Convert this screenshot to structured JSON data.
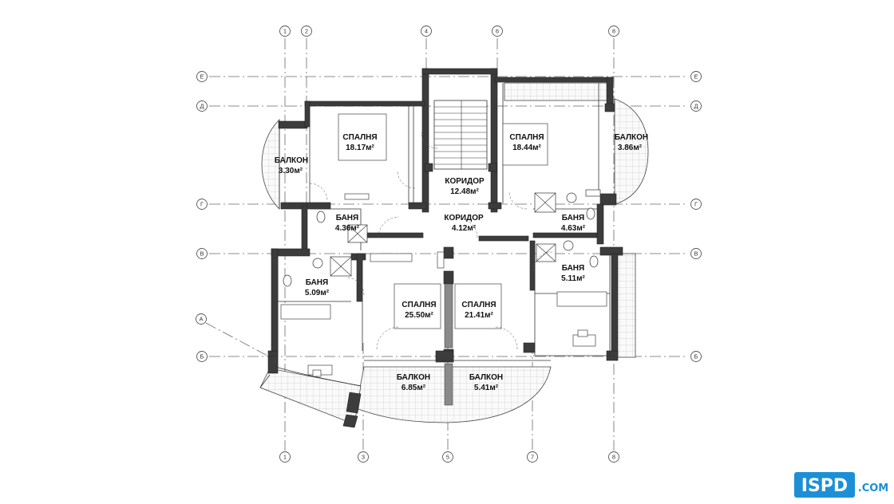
{
  "grid_axes": {
    "columns": [
      "1",
      "2",
      "3",
      "4",
      "5",
      "6",
      "7",
      "8"
    ],
    "rows": [
      "Е",
      "Д",
      "Г",
      "В",
      "Б",
      "А"
    ]
  },
  "rooms": [
    {
      "name": "СПАЛНЯ",
      "area": "18.17м²"
    },
    {
      "name": "СПАЛНЯ",
      "area": "18.44м²"
    },
    {
      "name": "БАЛКОН",
      "area": "3.30м²"
    },
    {
      "name": "БАЛКОН",
      "area": "3.86м²"
    },
    {
      "name": "КОРИДОР",
      "area": "12.48м²"
    },
    {
      "name": "КОРИДОР",
      "area": "4.12м²"
    },
    {
      "name": "БАНЯ",
      "area": "4.36м²"
    },
    {
      "name": "БАНЯ",
      "area": "4.63м²"
    },
    {
      "name": "БАНЯ",
      "area": "5.11м²"
    },
    {
      "name": "БАНЯ",
      "area": "5.09м²"
    },
    {
      "name": "СПАЛНЯ",
      "area": "25.50м²"
    },
    {
      "name": "СПАЛНЯ",
      "area": "21.41м²"
    },
    {
      "name": "БАЛКОН",
      "area": "6.85м²"
    },
    {
      "name": "БАЛКОН",
      "area": "5.41м²"
    }
  ],
  "logo": {
    "mark": "ISPD",
    "suffix": ".COM",
    "color": "#1d8fd6"
  }
}
